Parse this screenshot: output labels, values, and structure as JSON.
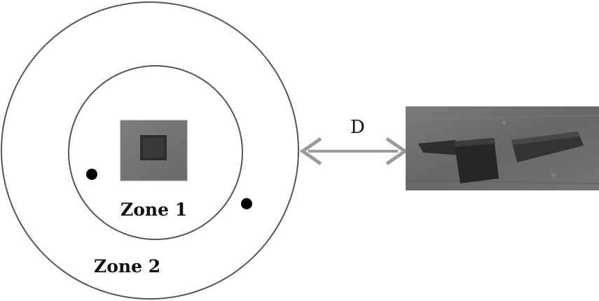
{
  "diagram": {
    "zone_1_label": "Zone 1",
    "zone_2_label": "Zone 2",
    "distance_label": "D"
  },
  "colors": {
    "outline": "#555555",
    "arrow": "#9a9a9a",
    "dot": "#000000",
    "photo_ground": "#6e6e6e",
    "photo_block": "#2b2b2b"
  }
}
